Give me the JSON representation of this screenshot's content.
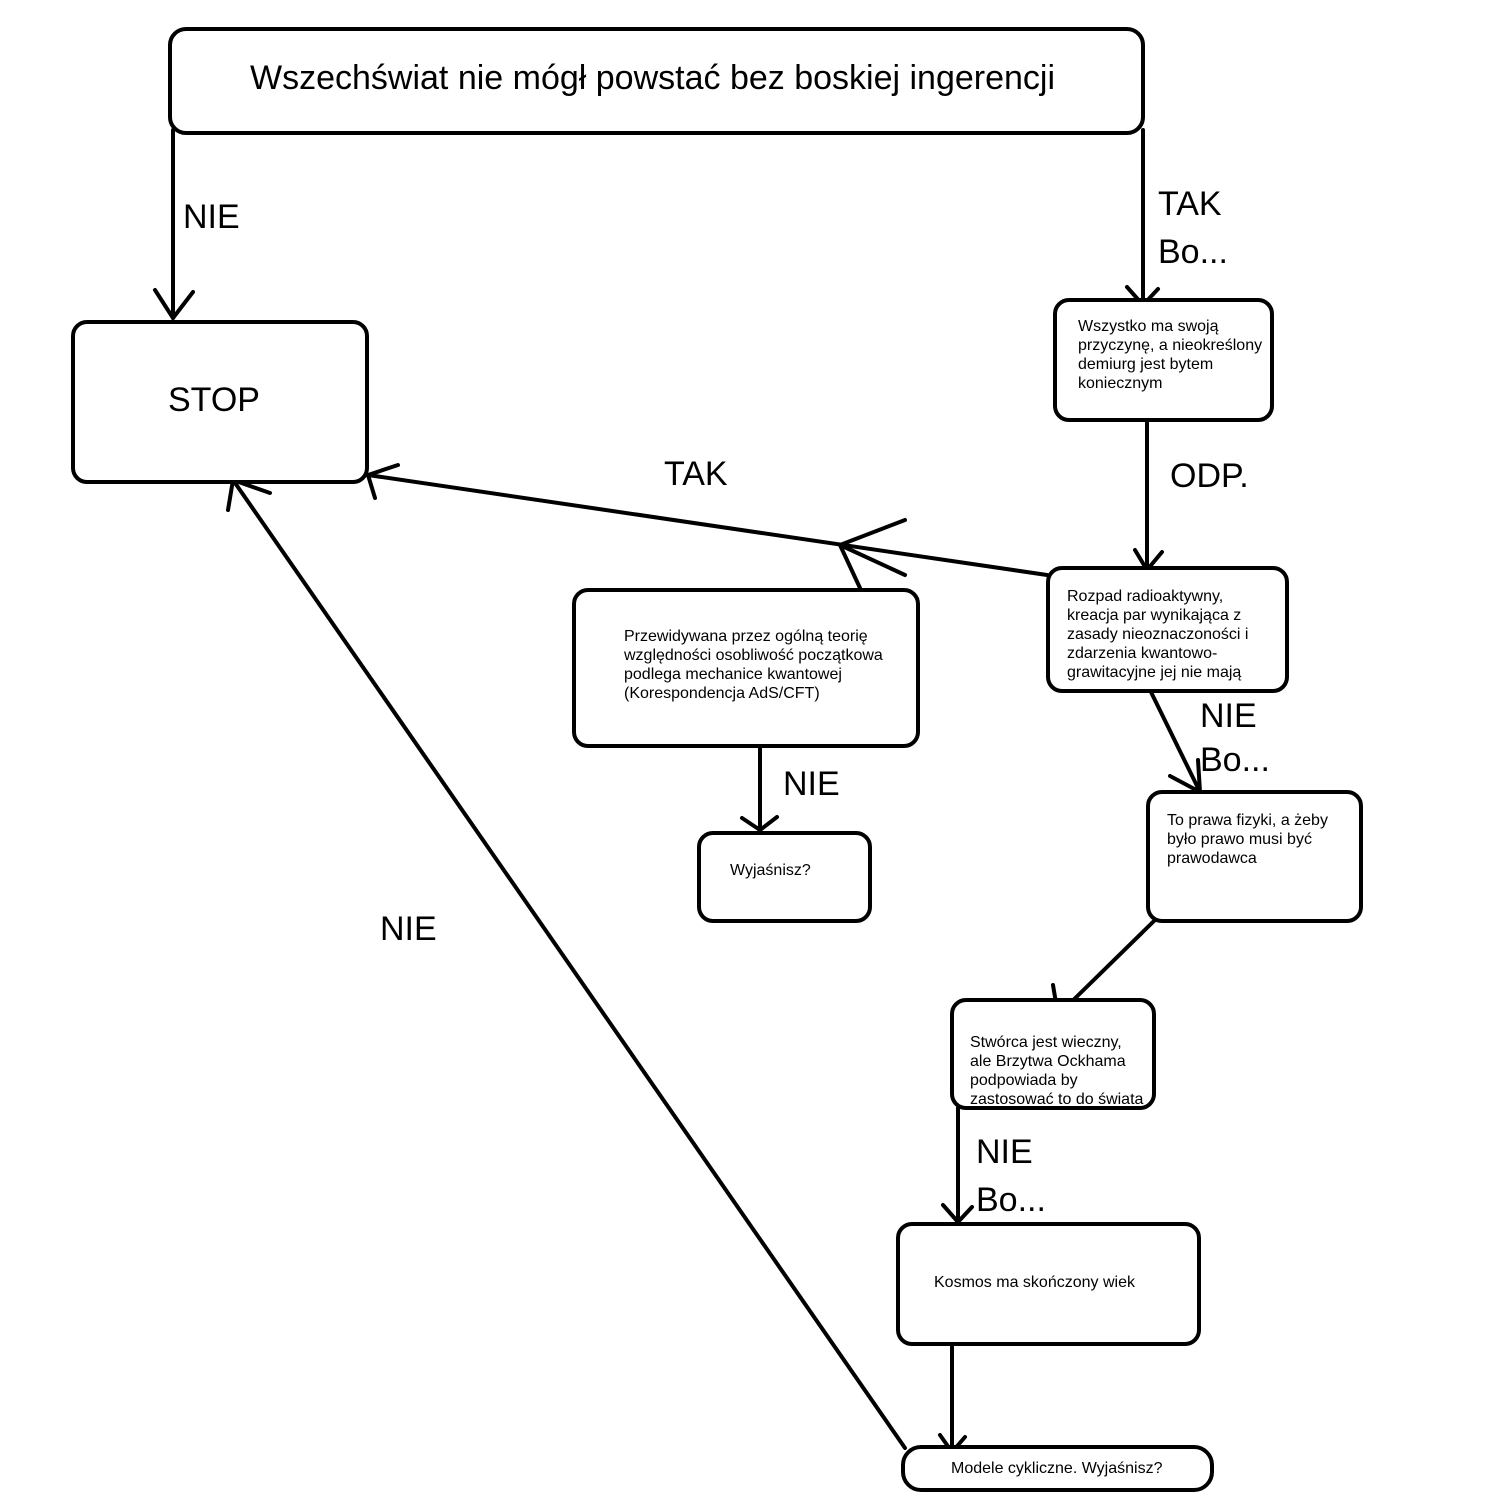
{
  "nodes": {
    "root": "Wszechświat nie mógł powstać bez boskiej ingerencji",
    "stop": "STOP",
    "causality": "Wszystko ma swoją\nprzyczynę, a nieokreślony\ndemiurg jest bytem\nkoniecznym",
    "radioactive": "Rozpad radioaktywny,\nkreacja par wynikająca z\nzasady nieoznaczoności i\nzdarzenia kwantowo-\ngrawitacyjne jej nie mają",
    "singularity": "Przewidywana przez ogólną teorię\nwzględności osobliwość początkowa\npodlega mechanice kwantowej\n(Korespondencja AdS/CFT)",
    "explain1": "Wyjaśnisz?",
    "physics_laws": "To prawa fizyki, a żeby\nbyło prawo musi być\nprawodawca",
    "creator_eternal": "Stwórca jest wieczny,\nale Brzytwa Ockhama\npodpowiada by\nzastosować to do świata",
    "finite_age": "Kosmos ma skończony wiek",
    "cyclic": "Modele cykliczne. Wyjaśnisz?"
  },
  "labels": {
    "root_to_stop": "NIE",
    "root_to_causality": "TAK\nBo...",
    "causality_to_radioactive": "ODP.",
    "radioactive_to_stop": "TAK",
    "radioactive_to_laws": "NIE\nBo...",
    "singularity_to_explain": "NIE",
    "cyclic_to_stop": "NIE",
    "creator_to_finite": "NIE\nBo..."
  }
}
